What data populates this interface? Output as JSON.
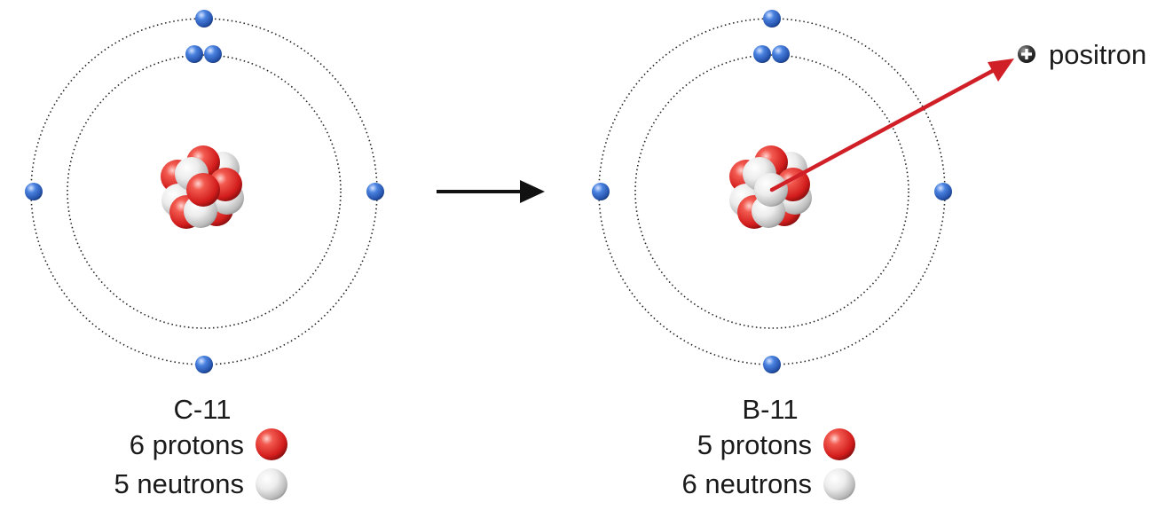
{
  "colors": {
    "proton": "#e53935",
    "neutron": "#e6e6e6",
    "electron": "#3a6fd0",
    "arrow": "#111111",
    "emission_arrow": "#d01f26",
    "positron": "#2e2e2e"
  },
  "atoms": [
    {
      "title": "C-11",
      "protons_label": "6 protons",
      "neutrons_label": "5 neutrons"
    },
    {
      "title": "B-11",
      "protons_label": "5 protons",
      "neutrons_label": "6 neutrons"
    }
  ],
  "positron": {
    "label": "positron",
    "icon": "plus-circle-icon"
  },
  "transition_arrow": "right-arrow-icon"
}
